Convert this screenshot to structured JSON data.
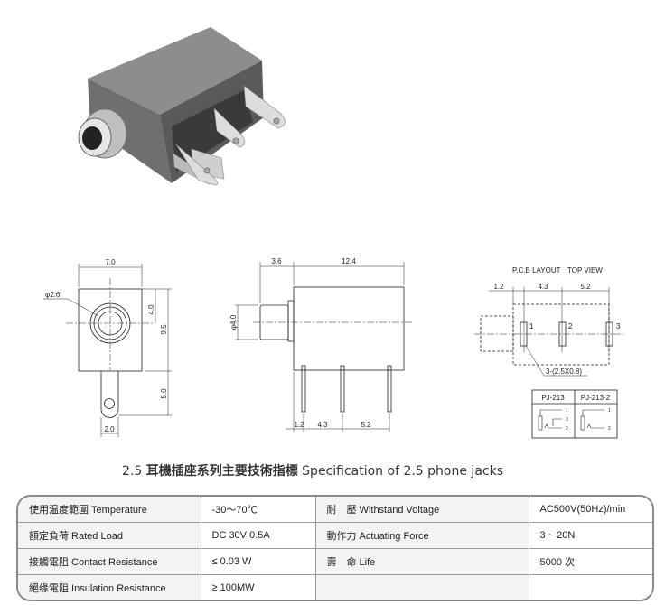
{
  "drawings": {
    "front": {
      "width": "7.0",
      "hole_dia": "φ2.6",
      "upper_height": "4.0",
      "body_height": "9.5",
      "tab_length": "5.0",
      "tab_width": "2.0"
    },
    "side": {
      "nose_length": "3.6",
      "body_length": "12.4",
      "nose_dia": "φ4.0",
      "pin_offset": "1.2",
      "pin_pitch_1": "4.3",
      "pin_pitch_2": "5.2"
    },
    "pcb": {
      "title": "P.C.B LAYOUT",
      "view": "TOP VIEW",
      "offset": "1.2",
      "pitch_1": "4.3",
      "pitch_2": "5.2",
      "pad_1": "1",
      "pad_2": "2",
      "pad_3": "3",
      "pad_size": "3-(2.5X0.8)"
    },
    "schematic": {
      "model_a": "PJ-213",
      "model_b": "PJ-213-2",
      "a_pins": [
        "1",
        "3",
        "2"
      ],
      "b_pins": [
        "1",
        "2"
      ]
    }
  },
  "title": {
    "number": "2.5",
    "chinese": "耳機插座系列主要技術指標",
    "english": "Specification of 2.5 phone jacks"
  },
  "spec_rows": [
    {
      "label1": "使用温度範圍 Temperature",
      "value1": "-30～70℃",
      "label2": "耐　壓 Withstand Voltage",
      "value2": "AC500V(50Hz)/min"
    },
    {
      "label1": "額定負荷  Rated Load",
      "value1": "DC  30V  0.5A",
      "label2": "動作力 Actuating Force",
      "value2": "3 ~ 20N"
    },
    {
      "label1": "接觸電阻  Contact Resistance",
      "value1": "≤ 0.03 W",
      "label2": "壽　命 Life",
      "value2": "5000 次"
    },
    {
      "label1": "絕缘電阻  Insulation Resistance",
      "value1": "≥ 100MW",
      "label2": "",
      "value2": ""
    }
  ]
}
